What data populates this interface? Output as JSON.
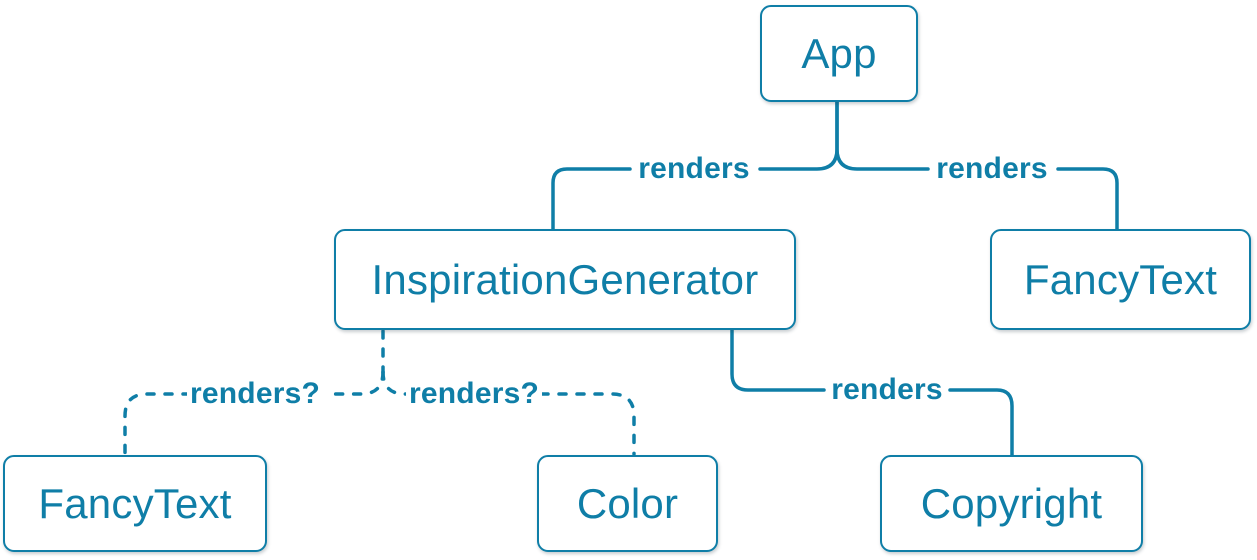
{
  "diagram": {
    "nodes": [
      {
        "id": "app",
        "label": "App"
      },
      {
        "id": "inspiration-generator",
        "label": "InspirationGenerator"
      },
      {
        "id": "fancy-text-top",
        "label": "FancyText"
      },
      {
        "id": "fancy-text-bottom",
        "label": "FancyText"
      },
      {
        "id": "color",
        "label": "Color"
      },
      {
        "id": "copyright",
        "label": "Copyright"
      }
    ],
    "edges": [
      {
        "from": "App",
        "to": "InspirationGenerator",
        "label": "renders",
        "style": "solid"
      },
      {
        "from": "App",
        "to": "FancyText",
        "label": "renders",
        "style": "solid"
      },
      {
        "from": "InspirationGenerator",
        "to": "FancyText",
        "label": "renders?",
        "style": "dashed"
      },
      {
        "from": "InspirationGenerator",
        "to": "Color",
        "label": "renders?",
        "style": "dashed"
      },
      {
        "from": "InspirationGenerator",
        "to": "Copyright",
        "label": "renders",
        "style": "solid"
      }
    ],
    "colors": {
      "accent": "#0f7ea7",
      "node_background": "#ffffff"
    }
  }
}
